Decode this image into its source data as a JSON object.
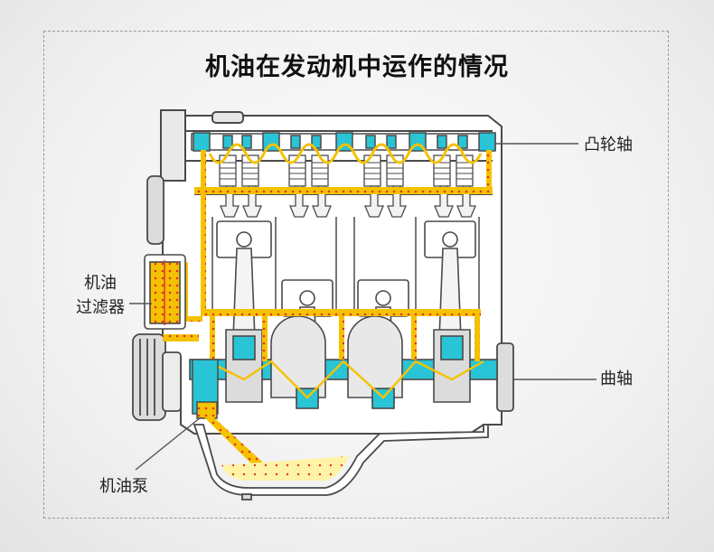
{
  "title": "机油在发动机中运作的情况",
  "labels": {
    "camshaft": "凸轮轴",
    "crankshaft": "曲轴",
    "oil_filter_line1": "机油",
    "oil_filter_line2": "过滤器",
    "oil_pump": "机油泵"
  },
  "colors": {
    "oil": "#f5c200",
    "oil_dots": "#e0342a",
    "highlight": "#29c4d6",
    "engine_fill": "#ffffff",
    "engine_stroke": "#4a4a4a",
    "callout_line": "#555555"
  }
}
